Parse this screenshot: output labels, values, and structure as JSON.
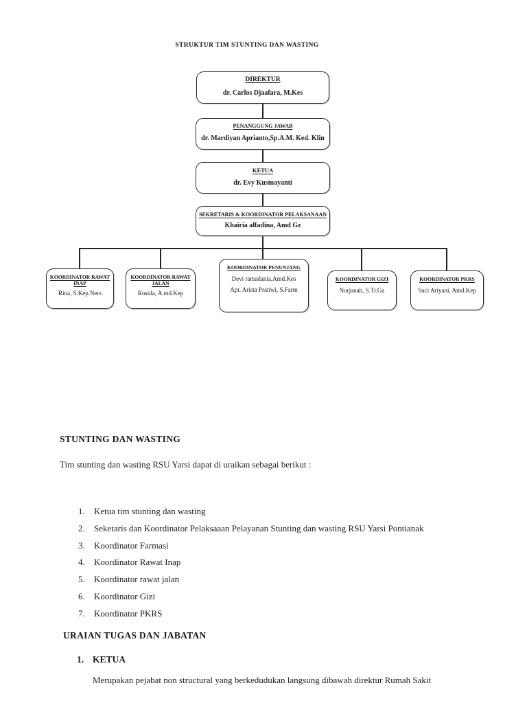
{
  "colors": {
    "text": "#1b1b1b",
    "line": "#242424",
    "page_bg": "#ffffff"
  },
  "document": {
    "title": "STRUKTUR TIM STUNTING DAN WASTING"
  },
  "org_chart": {
    "nodes": {
      "direktur": {
        "title": "DIREKTUR",
        "name": "dr. Carlos Djaafara, M.Kes"
      },
      "penanggung_jawab": {
        "title": "PENANGGUNG JAWAB",
        "name": "dr. Mardiyan Aprianto,Sp.A.M. Ked. Klin"
      },
      "ketua": {
        "title": "KETUA",
        "name": "dr. Evy Kusmayanti"
      },
      "sekretaris": {
        "title": "SEKRETARIS & KOORDINATOR PELAKSANAAN",
        "name": "Khairia alfadina, Amd Gz"
      }
    },
    "koordinators": [
      {
        "title": "KOORDINATOR RAWAT INAP",
        "name": "Rina, S.Kep.Ners"
      },
      {
        "title": "KOORDINATOR RAWAT JALAN",
        "name": "Rosida, A.md.Kep"
      },
      {
        "title": "KOORDINATOR PENUNJANG",
        "name": "Devi ramadania,Amd.Kes",
        "name2": "Apt. Arista Pratiwi, S.Farm"
      },
      {
        "title": "KOORDINATOR GIZI",
        "name": "Nurjanah, S.Tr.Gz"
      },
      {
        "title": "KOORDINATOR PKRS",
        "name": "Suci Ariyani, Amd.Kep"
      }
    ]
  },
  "body": {
    "heading": "STUNTING DAN WASTING",
    "intro": "Tim stunting dan wasting RSU Yarsi dapat di uraikan sebagai berikut :",
    "list": [
      {
        "num": "1.",
        "label": "Ketua tim stunting dan wasting"
      },
      {
        "num": "2.",
        "label": "Seketaris dan Koordinator Pelaksaaan Pelayanan Stunting dan wasting RSU Yarsi Pontianak"
      },
      {
        "num": "3.",
        "label": "Koordinator Farmasi"
      },
      {
        "num": "4.",
        "label": "Koordinator Rawat Inap"
      },
      {
        "num": "5.",
        "label": "Koordinator rawat jalan"
      },
      {
        "num": "6.",
        "label": "Koordinator Gizi"
      },
      {
        "num": "7.",
        "label": "Koordinator PKRS"
      }
    ],
    "heading2": "URAIAN TUGAS DAN JABATAN",
    "uraian": {
      "num": "1.",
      "title": "KETUA",
      "text": "Merupakan pejabat non structural yang berkedudukan langsung dibawah direktur Rumah Sakit"
    }
  }
}
